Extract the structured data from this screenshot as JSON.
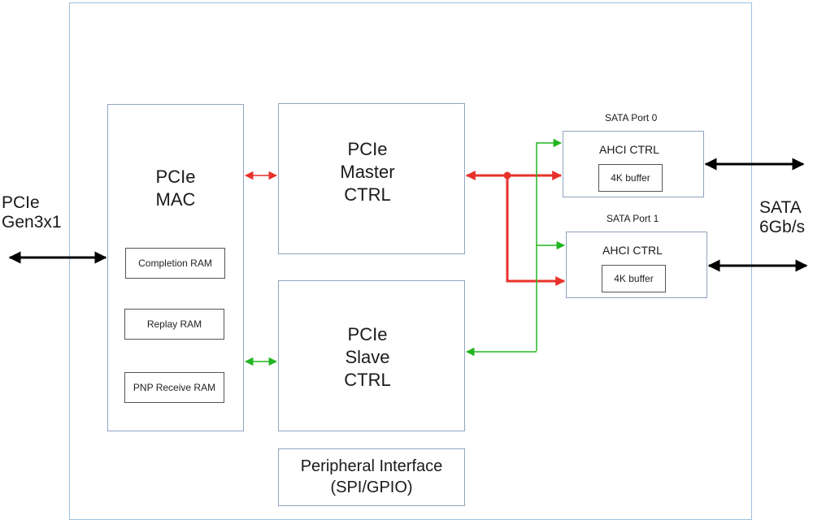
{
  "diagram": {
    "colors": {
      "chip_border": "#8fa3c0",
      "master_path": "#e8312b",
      "slave_path": "#22b522",
      "external_link": "#000000"
    },
    "external": {
      "left_label": "PCIe\nGen3x1",
      "right_label": "SATA\n6Gb/s"
    },
    "blocks": {
      "mac": {
        "title": "PCIe\nMAC",
        "rams": [
          "Completion RAM",
          "Replay RAM",
          "PNP Receive RAM"
        ]
      },
      "master": {
        "title": "PCIe\nMaster\nCTRL"
      },
      "slave": {
        "title": "PCIe\nSlave\nCTRL"
      },
      "peripheral": {
        "title": "Peripheral Interface\n(SPI/GPIO)"
      },
      "sata_ports": [
        {
          "port_label": "SATA Port 0",
          "ctrl": "AHCI CTRL",
          "buffer": "4K buffer"
        },
        {
          "port_label": "SATA Port 1",
          "ctrl": "AHCI CTRL",
          "buffer": "4K buffer"
        }
      ]
    }
  }
}
